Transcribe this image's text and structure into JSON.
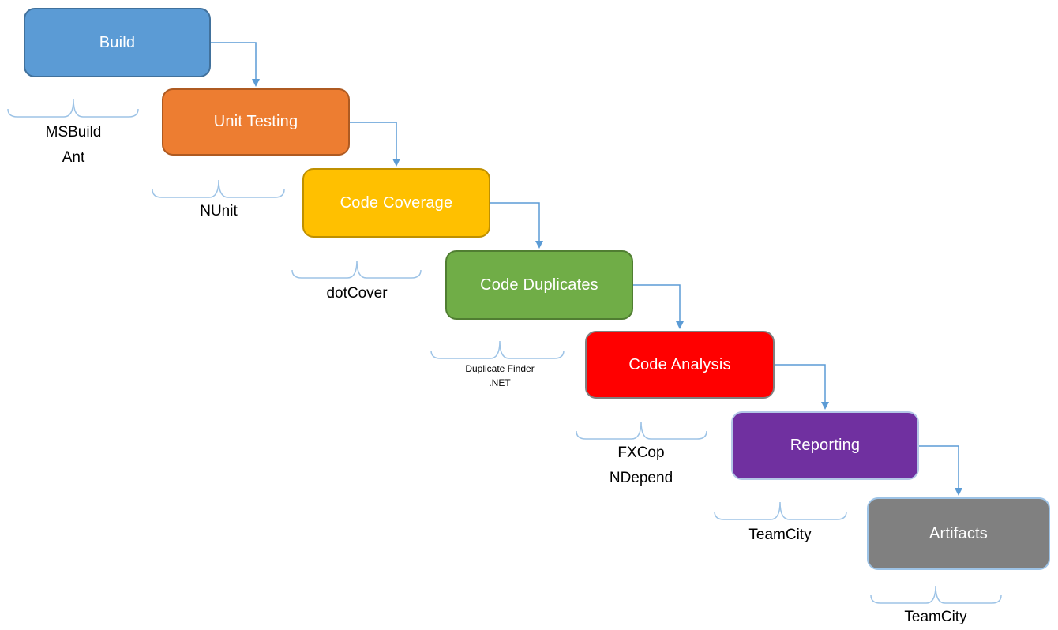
{
  "diagram": {
    "background": "#FFFFFF",
    "connector_color": "#5B9BD5",
    "brace_color": "#9DC3E6",
    "text_color_on_box": "#FFFFFF",
    "tool_text_color": "#000000",
    "stages": [
      {
        "label": "Build",
        "fill": "#5B9BD5",
        "border": "#41719C",
        "tools": [
          "MSBuild",
          "Ant"
        ]
      },
      {
        "label": "Unit Testing",
        "fill": "#ED7D31",
        "border": "#AE5A21",
        "tools": [
          "NUnit"
        ]
      },
      {
        "label": "Code Coverage",
        "fill": "#FFC000",
        "border": "#BF9000",
        "tools": [
          "dotCover"
        ]
      },
      {
        "label": "Code Duplicates",
        "fill": "#70AD47",
        "border": "#507E32",
        "tools": [
          "Duplicate Finder",
          ".NET"
        ]
      },
      {
        "label": "Code Analysis",
        "fill": "#FF0000",
        "border": "#808080",
        "tools": [
          "FXCop",
          "NDepend"
        ]
      },
      {
        "label": "Reporting",
        "fill": "#7030A0",
        "border": "#B4C7E7",
        "tools": [
          "TeamCity"
        ]
      },
      {
        "label": "Artifacts",
        "fill": "#808080",
        "border": "#9DC3E6",
        "tools": [
          "TeamCity"
        ]
      }
    ]
  }
}
